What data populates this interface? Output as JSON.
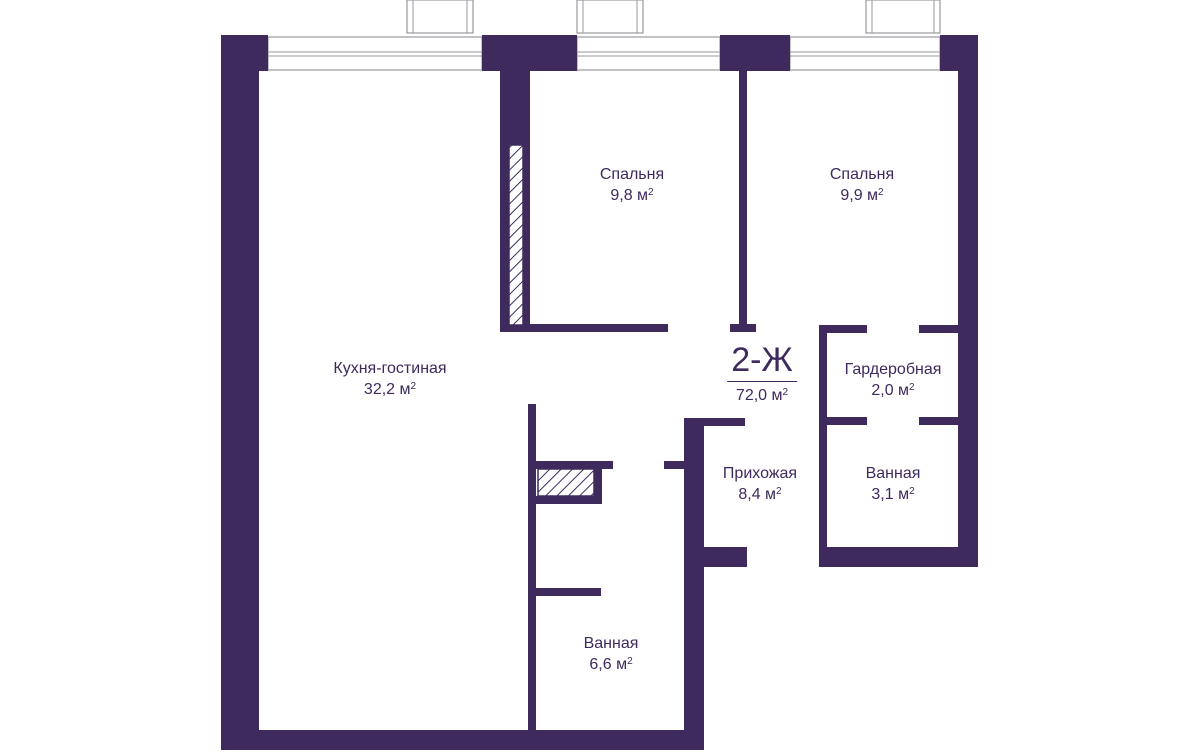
{
  "plan": {
    "unit_code": "2-Ж",
    "total_area": "72,0 м",
    "area_unit_exponent": "2",
    "rooms": [
      {
        "id": "kitchen-living",
        "name": "Кухня-гостиная",
        "area": "32,2 м"
      },
      {
        "id": "bedroom-1",
        "name": "Спальня",
        "area": "9,8 м"
      },
      {
        "id": "bedroom-2",
        "name": "Спальня",
        "area": "9,9 м"
      },
      {
        "id": "wardrobe",
        "name": "Гардеробная",
        "area": "2,0 м"
      },
      {
        "id": "hallway",
        "name": "Прихожая",
        "area": "8,4 м"
      },
      {
        "id": "bathroom-small",
        "name": "Ванная",
        "area": "3,1 м"
      },
      {
        "id": "bathroom-large",
        "name": "Ванная",
        "area": "6,6 м"
      }
    ]
  },
  "colors": {
    "wall": "#3e2a5d",
    "window_frame": "#9a9aa0",
    "background": "#ffffff"
  }
}
